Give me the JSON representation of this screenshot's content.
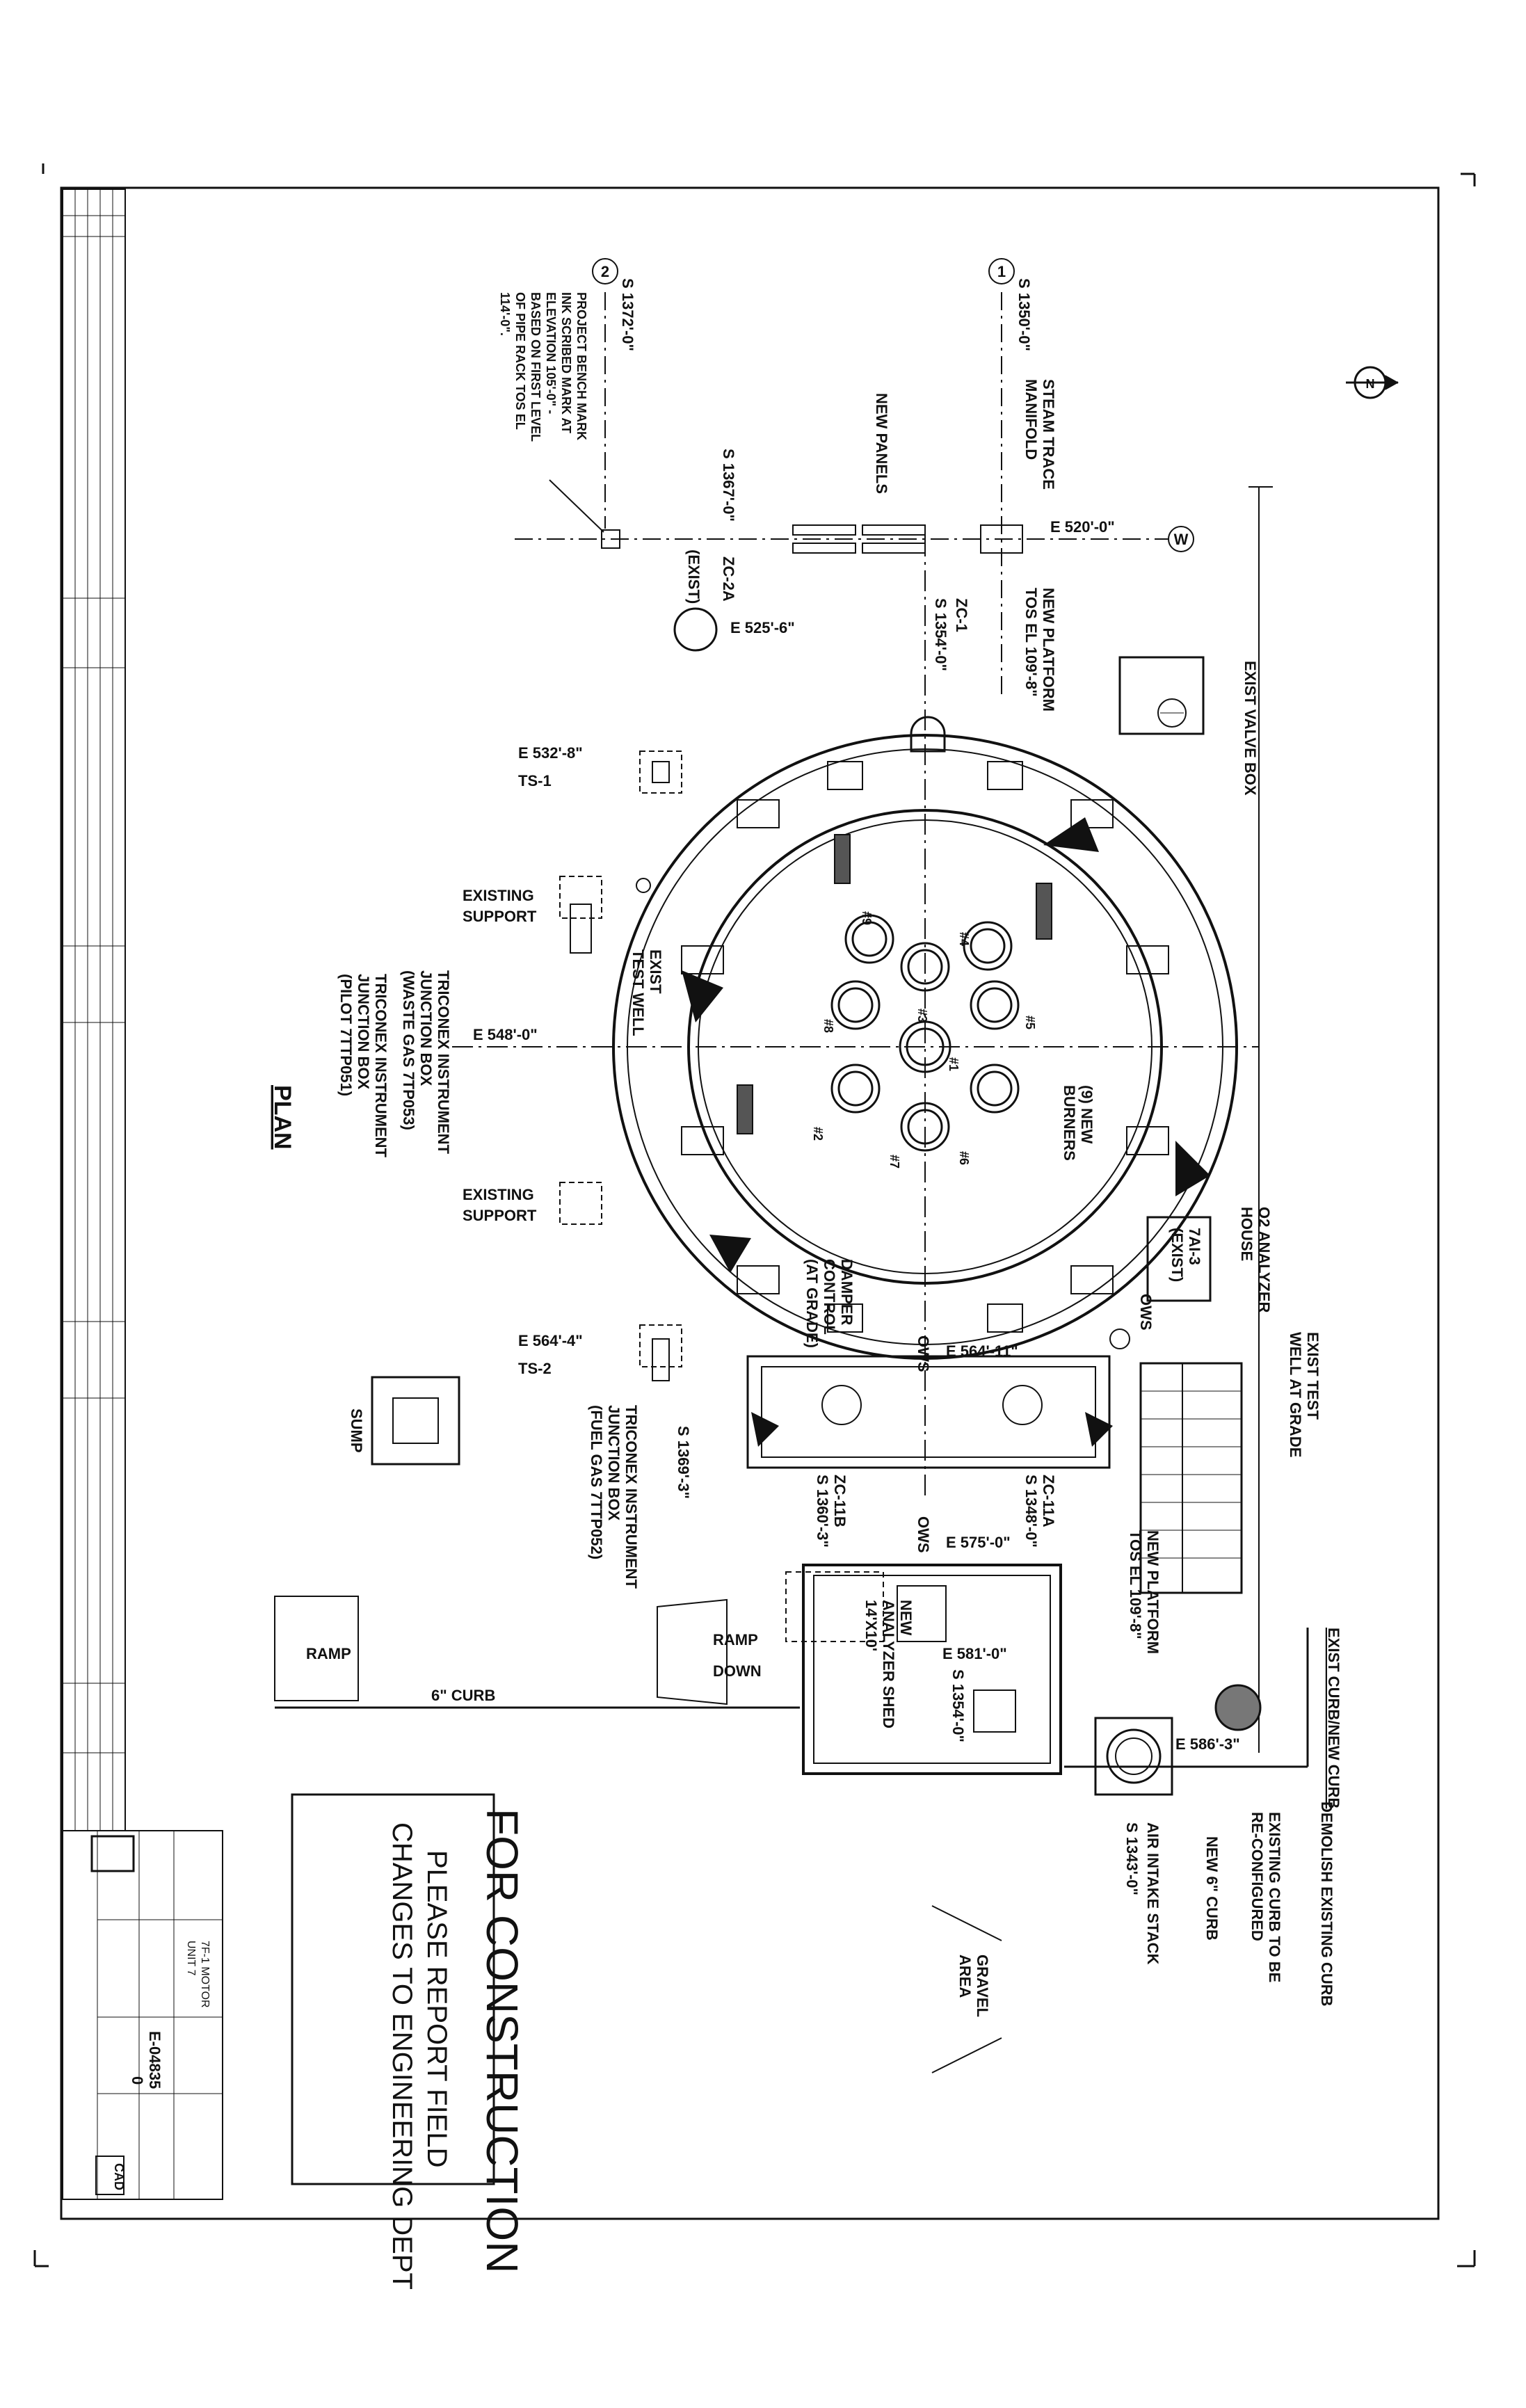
{
  "drawing": {
    "view_title": "PLAN",
    "stamp": {
      "line1": "FOR CONSTRUCTION",
      "line2": "PLEASE REPORT FIELD",
      "line3": "CHANGES TO ENGINEERING DEPT"
    },
    "north_symbol": "N",
    "gridlines": [
      {
        "bubble": "1",
        "label": "S 1350'-0\""
      },
      {
        "bubble": "2",
        "label": "S 1372'-0\""
      },
      {
        "bubble": "W",
        "label": "E 520'-0\""
      }
    ],
    "labels": {
      "exist_valve_box": "EXIST VALVE BOX",
      "new_platform_top": "NEW PLATFORM",
      "new_platform_top_el": "TOS EL 109'-8\"",
      "zc1": "ZC-1",
      "s1354_top": "S 1354'-0\"",
      "steam_trace": "STEAM TRACE",
      "manifold": "MANIFOLD",
      "new_panels": "NEW PANELS",
      "s1367": "S 1367'-0\"",
      "zc2a": "ZC-2A",
      "exist_zc": "(EXIST)",
      "e525": "E 525'-6\"",
      "bench1": "PROJECT BENCH MARK",
      "bench2": "INK SCRIBED MARK AT",
      "bench3": "ELEVATION 105'-0\" -",
      "bench4": "BASED ON FIRST LEVEL",
      "bench5": "OF PIPE RACK TOS EL",
      "bench6": "114'-0\".",
      "e532": "E 532'-8\"",
      "ts1": "TS-1",
      "existing_support_1": "EXISTING",
      "existing_support_1b": "SUPPORT",
      "exist_test_well": "EXIST",
      "exist_test_well_b": "TEST WELL",
      "triconex1a": "TRICONEX INSTRUMENT",
      "triconex1b": "JUNCTION BOX",
      "triconex1c": "(WASTE GAS 7TP053)",
      "triconex2a": "TRICONEX INSTRUMENT",
      "triconex2b": "JUNCTION BOX",
      "triconex2c": "(PILOT 7TTP051)",
      "e548": "E 548'-0\"",
      "existing_support_2": "EXISTING",
      "existing_support_2b": "SUPPORT",
      "burners_a": "(9) NEW",
      "burners_b": "BURNERS",
      "damper_a": "DAMPER",
      "damper_b": "CONTROL",
      "damper_c": "(AT GRADE)",
      "o2_a": "O2 ANALYZER",
      "o2_b": "HOUSE",
      "ai1": "7AI-3",
      "ai1b": "(EXIST)",
      "ows1": "OWS",
      "ows2": "OWS",
      "ows3": "OWS",
      "exist_test_well_grade_a": "EXIST TEST",
      "exist_test_well_grade_b": "WELL AT GRADE",
      "e564_4": "E 564'-4\"",
      "ts2": "TS-2",
      "e564_11": "E 564'-11\"",
      "s1369": "S 1369'-3\"",
      "triconex3a": "TRICONEX INSTRUMENT",
      "triconex3b": "JUNCTION BOX",
      "triconex3c": "(FUEL GAS 7TTP052)",
      "sump": "SUMP",
      "zc11b": "ZC-11B",
      "s1360": "S 1360'-3\"",
      "zc11a": "ZC-11A",
      "s1348": "S 1348'-0\"",
      "e575": "E 575'-0\"",
      "new_platform_2a": "NEW PLATFORM",
      "new_platform_2b": "TOS EL 109'-8\"",
      "exist_new_curb": "EXIST CURB/NEW CURB",
      "ramp": "RAMP",
      "ramp_down_a": "RAMP",
      "ramp_down_b": "DOWN",
      "shed_a": "NEW",
      "shed_b": "ANALYZER SHED",
      "shed_c": "14'X10'",
      "e581": "E 581'-0\"",
      "s1354_shed": "S 1354'-0\"",
      "curb6": "6\" CURB",
      "e586": "E 586'-3\"",
      "air_a": "AIR INTAKE STACK",
      "air_b": "S 1343'-0\"",
      "new_curb": "NEW 6\" CURB",
      "existing_curb_a": "EXISTING CURB TO BE",
      "existing_curb_b": "RE-CONFIGURED",
      "demolish": "DEMOLISH EXISTING CURB",
      "gravel_a": "GRAVEL",
      "gravel_b": "AREA"
    },
    "burner_tags": [
      "#1",
      "#2",
      "#3",
      "#4",
      "#5",
      "#6",
      "#7",
      "#8",
      "#9"
    ],
    "title_block": {
      "drawing_no": "E-04835",
      "rev": "0",
      "title_a": "7F-1 MOTOR",
      "title_b": "UNIT 7",
      "file_tag": "CAD"
    }
  }
}
